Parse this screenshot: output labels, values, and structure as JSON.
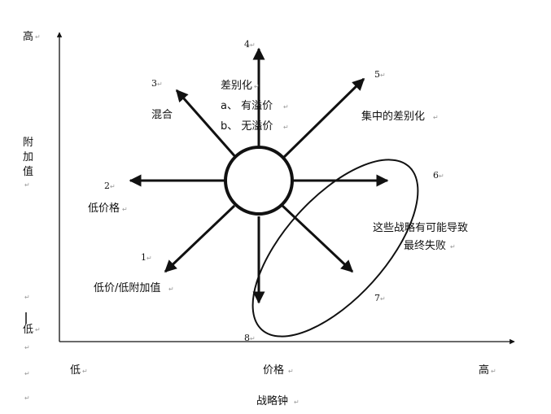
{
  "axes": {
    "y_high": "高",
    "y_label": [
      "附",
      "加",
      "值"
    ],
    "y_low": "低",
    "x_low": "低",
    "x_mid": "价格",
    "x_high": "高"
  },
  "title": "战略钟",
  "strategies": [
    {
      "num": "1",
      "name": "低价/低附加值"
    },
    {
      "num": "2",
      "name": "低价格"
    },
    {
      "num": "3",
      "name": "混合"
    },
    {
      "num": "4",
      "name": "差别化",
      "sub": [
        "a、 有溢价",
        "b、 无溢价"
      ]
    },
    {
      "num": "5",
      "name": "集中的差别化"
    },
    {
      "num": "6",
      "name": ""
    },
    {
      "num": "7",
      "name": ""
    },
    {
      "num": "8",
      "name": ""
    }
  ],
  "failure_note": [
    "这些战略有可能导致",
    "最终失败"
  ],
  "paragraph_mark": "↵"
}
